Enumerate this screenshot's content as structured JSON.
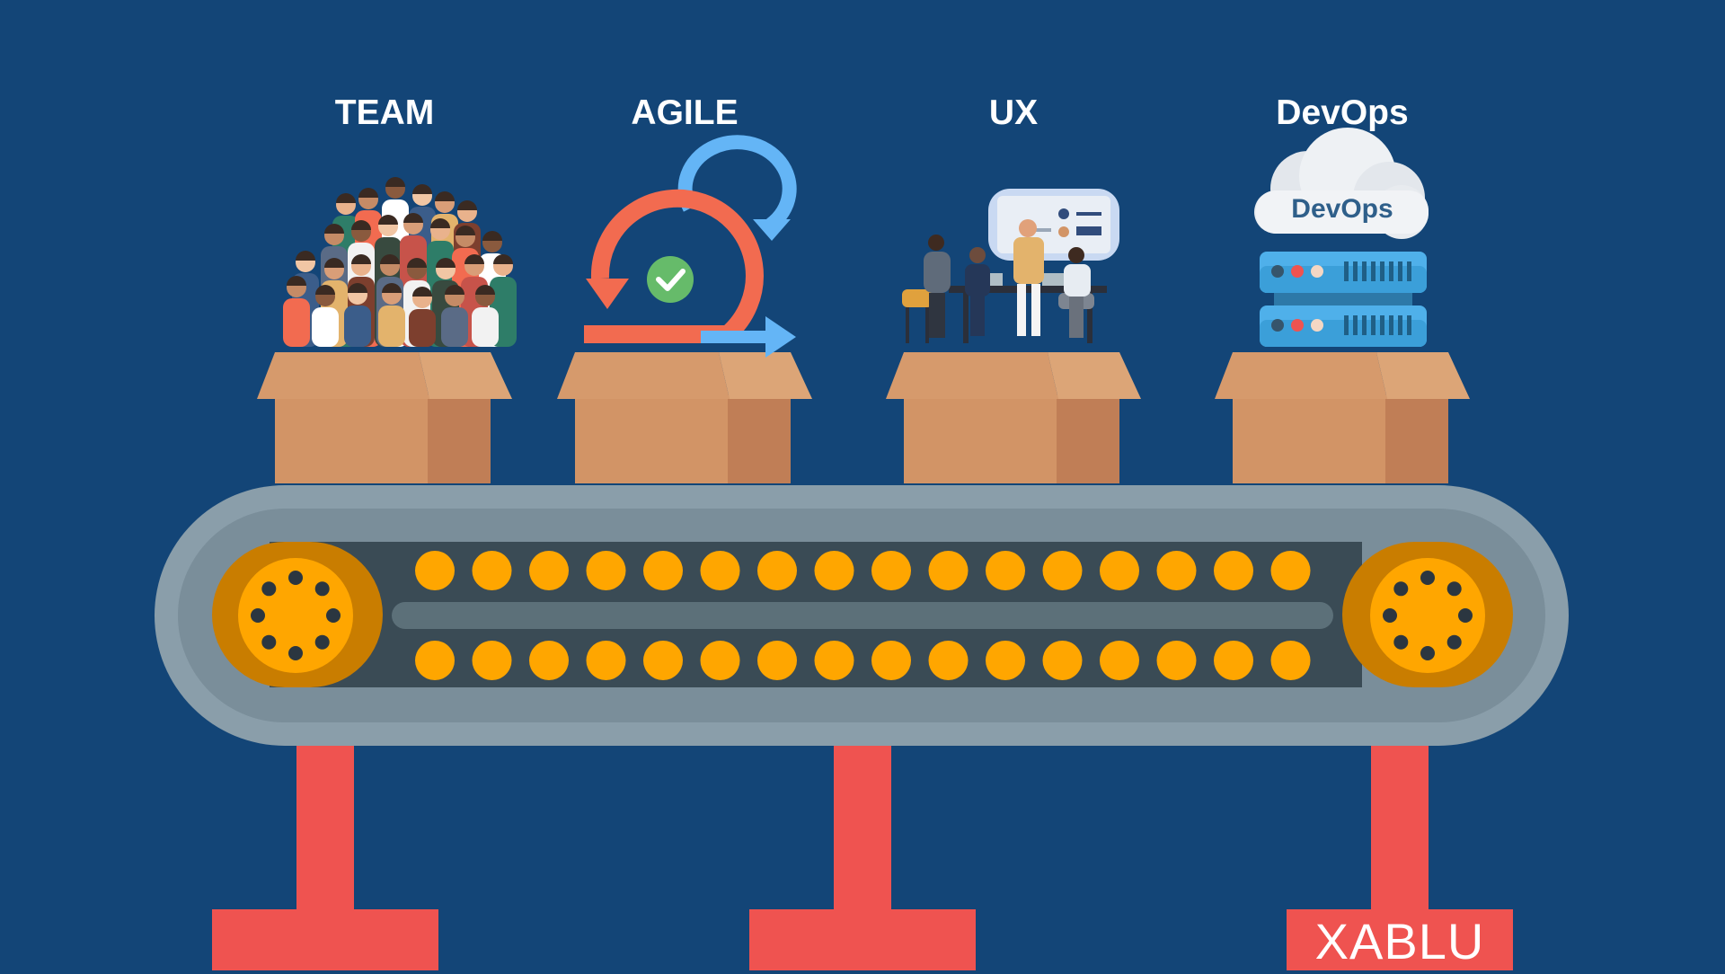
{
  "stages": [
    {
      "title": "TEAM",
      "icon": "people-crowd-icon"
    },
    {
      "title": "AGILE",
      "icon": "agile-cycle-icon"
    },
    {
      "title": "UX",
      "icon": "ux-meeting-icon"
    },
    {
      "title": "DevOps",
      "icon": "devops-server-icon"
    }
  ],
  "devops_cloud_text": "DevOps",
  "brand": "XABLU",
  "colors": {
    "background": "#134577",
    "box": "#d29466",
    "box_side": "#c07e56",
    "belt": "#8a9eaa",
    "belt_inner": "#3a4b55",
    "roller": "#ffa600",
    "wheel_rim": "#c97d00",
    "legs": "#ef5350",
    "agile_red": "#f26b50",
    "agile_blue": "#64b5f6",
    "check_green": "#66bb6a",
    "server": "#4fb0ea"
  }
}
